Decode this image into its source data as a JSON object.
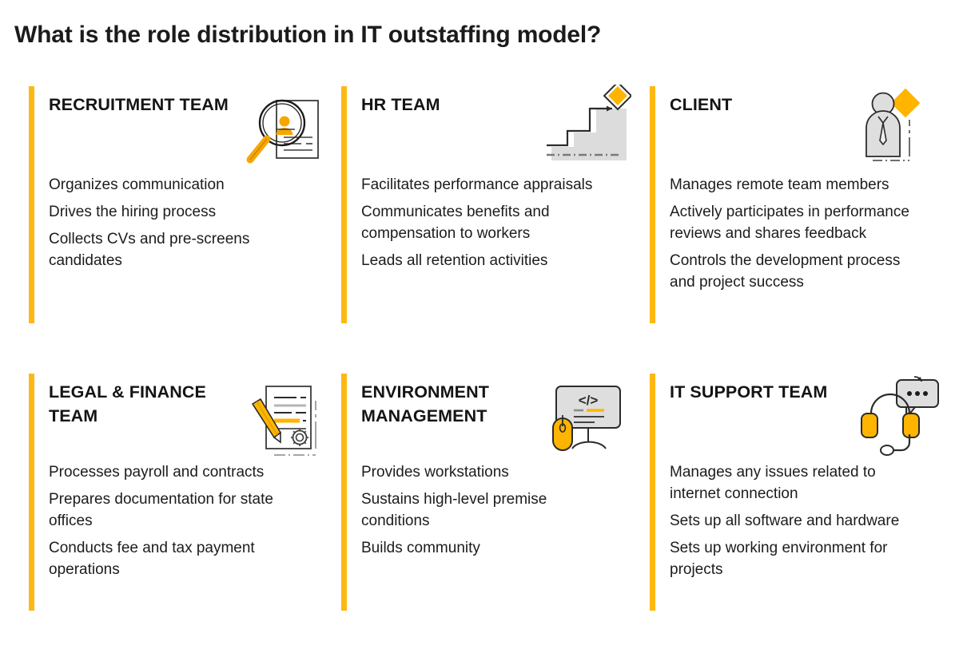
{
  "page": {
    "title": "What is the role distribution in IT outstaffing model?",
    "accent_color": "#FDB813",
    "text_color": "#1c1c1c",
    "background_color": "#ffffff"
  },
  "cards": [
    {
      "heading": "RECRUITMENT TEAM",
      "icon": "magnifier-cv-icon",
      "items": [
        "Organizes communication",
        "Drives the hiring process",
        "Collects CVs and pre-screens candidates"
      ]
    },
    {
      "heading": "HR TEAM",
      "icon": "stairs-growth-icon",
      "items": [
        "Facilitates performance appraisals",
        "Communicates benefits and compensation to workers",
        "Leads all retention activities"
      ]
    },
    {
      "heading": "CLIENT",
      "icon": "businessperson-icon",
      "items": [
        "Manages remote team members",
        "Actively participates in performance reviews and shares feedback",
        "Controls the development process and project success"
      ]
    },
    {
      "heading": "LEGAL & FINANCE TEAM",
      "icon": "contract-pencil-seal-icon",
      "items": [
        "Processes payroll and contracts",
        "Prepares documentation for state offices",
        "Conducts fee and tax payment operations"
      ]
    },
    {
      "heading": "ENVIRONMENT MANAGEMENT",
      "icon": "monitor-code-mouse-icon",
      "items": [
        "Provides workstations",
        "Sustains high-level premise conditions",
        "Builds community"
      ]
    },
    {
      "heading": "IT SUPPORT TEAM",
      "icon": "headset-chat-icon",
      "items": [
        "Manages any issues related to internet connection",
        "Sets up all software and hardware",
        "Sets up working environment for projects"
      ]
    }
  ]
}
